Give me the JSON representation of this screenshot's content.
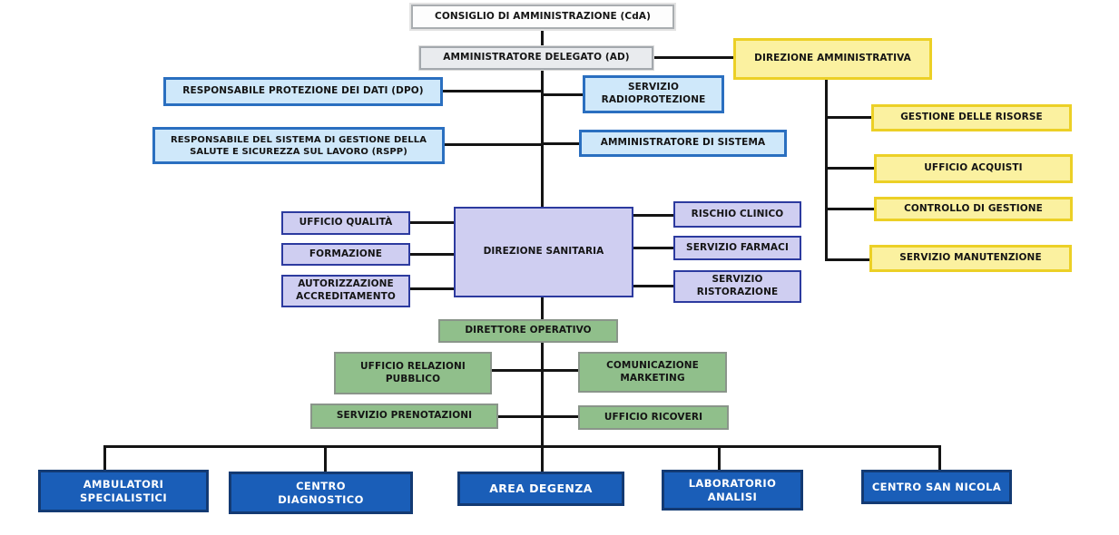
{
  "diagram_type": "org-chart",
  "palette": {
    "board_bg": "#fdfdfd",
    "board_border": "#a9adb0",
    "ceo_bg": "#e9ebee",
    "ceo_border": "#a3a8ad",
    "staff_bg": "#cfe8fa",
    "staff_border": "#2a6fc0",
    "admin_bg": "#fbf1a0",
    "admin_border": "#ecd026",
    "health_bg": "#cfcef1",
    "health_border": "#2c3a9f",
    "operations_bg": "#90bf8b",
    "operations_border": "#8a958a",
    "facility_bg": "#1a5eb8",
    "facility_border": "#133a73",
    "facility_text": "#ffffff",
    "text": "#141414",
    "connector": "#141414"
  },
  "nodes": {
    "cda": {
      "label": "CONSIGLIO DI AMMINISTRAZIONE (CdA)"
    },
    "ad": {
      "label": "AMMINISTRATORE DELEGATO (AD)"
    },
    "direzione_amministrativa": {
      "label": "DIREZIONE AMMINISTRATIVA"
    },
    "dpo": {
      "label": "RESPONSABILE PROTEZIONE DEI DATI (DPO)"
    },
    "servizio_radioprotezione": {
      "label": "SERVIZIO\nRADIOPROTEZIONE"
    },
    "rspp": {
      "label": "RESPONSABILE DEL SISTEMA DI GESTIONE DELLA\nSALUTE E SICUREZZA SUL LAVORO (RSPP)"
    },
    "amministratore_di_sistema": {
      "label": "AMMINISTRATORE DI SISTEMA"
    },
    "gestione_delle_risorse": {
      "label": "GESTIONE DELLE RISORSE"
    },
    "ufficio_acquisti": {
      "label": "UFFICIO ACQUISTI"
    },
    "controllo_di_gestione": {
      "label": "CONTROLLO DI GESTIONE"
    },
    "servizio_manutenzione": {
      "label": "SERVIZIO MANUTENZIONE"
    },
    "ufficio_qualita": {
      "label": "UFFICIO QUALITÀ"
    },
    "formazione": {
      "label": "FORMAZIONE"
    },
    "autorizzazione_accreditamento": {
      "label": "AUTORIZZAZIONE\nACCREDITAMENTO"
    },
    "direzione_sanitaria": {
      "label": "DIREZIONE SANITARIA"
    },
    "rischio_clinico": {
      "label": "RISCHIO CLINICO"
    },
    "servizio_farmaci": {
      "label": "SERVIZIO FARMACI"
    },
    "servizio_ristorazione": {
      "label": "SERVIZIO\nRISTORAZIONE"
    },
    "direttore_operativo": {
      "label": "DIRETTORE OPERATIVO"
    },
    "ufficio_relazioni_pubblico": {
      "label": "UFFICIO RELAZIONI\nPUBBLICO"
    },
    "comunicazione_marketing": {
      "label": "COMUNICAZIONE\nMARKETING"
    },
    "servizio_prenotazioni": {
      "label": "SERVIZIO PRENOTAZIONI"
    },
    "ufficio_ricoveri": {
      "label": "UFFICIO RICOVERI"
    },
    "ambulatori_specialistici": {
      "label": "AMBULATORI\nSPECIALISTICI"
    },
    "centro_diagnostico": {
      "label": "CENTRO\nDIAGNOSTICO"
    },
    "area_degenza": {
      "label": "AREA DEGENZA"
    },
    "laboratorio_analisi": {
      "label": "LABORATORIO\nANALISI"
    },
    "centro_san_nicola": {
      "label": "CENTRO SAN NICOLA"
    }
  },
  "edges": [
    [
      "cda",
      "ad"
    ],
    [
      "ad",
      "direzione_amministrativa"
    ],
    [
      "ad",
      "dpo"
    ],
    [
      "ad",
      "servizio_radioprotezione"
    ],
    [
      "ad",
      "rspp"
    ],
    [
      "ad",
      "amministratore_di_sistema"
    ],
    [
      "ad",
      "direzione_sanitaria"
    ],
    [
      "direzione_amministrativa",
      "gestione_delle_risorse"
    ],
    [
      "direzione_amministrativa",
      "ufficio_acquisti"
    ],
    [
      "direzione_amministrativa",
      "controllo_di_gestione"
    ],
    [
      "direzione_amministrativa",
      "servizio_manutenzione"
    ],
    [
      "direzione_sanitaria",
      "ufficio_qualita"
    ],
    [
      "direzione_sanitaria",
      "formazione"
    ],
    [
      "direzione_sanitaria",
      "autorizzazione_accreditamento"
    ],
    [
      "direzione_sanitaria",
      "rischio_clinico"
    ],
    [
      "direzione_sanitaria",
      "servizio_farmaci"
    ],
    [
      "direzione_sanitaria",
      "servizio_ristorazione"
    ],
    [
      "direzione_sanitaria",
      "direttore_operativo"
    ],
    [
      "direttore_operativo",
      "ufficio_relazioni_pubblico"
    ],
    [
      "direttore_operativo",
      "comunicazione_marketing"
    ],
    [
      "direttore_operativo",
      "servizio_prenotazioni"
    ],
    [
      "direttore_operativo",
      "ufficio_ricoveri"
    ],
    [
      "direttore_operativo",
      "ambulatori_specialistici"
    ],
    [
      "direttore_operativo",
      "centro_diagnostico"
    ],
    [
      "direttore_operativo",
      "area_degenza"
    ],
    [
      "direttore_operativo",
      "laboratorio_analisi"
    ],
    [
      "direttore_operativo",
      "centro_san_nicola"
    ]
  ]
}
